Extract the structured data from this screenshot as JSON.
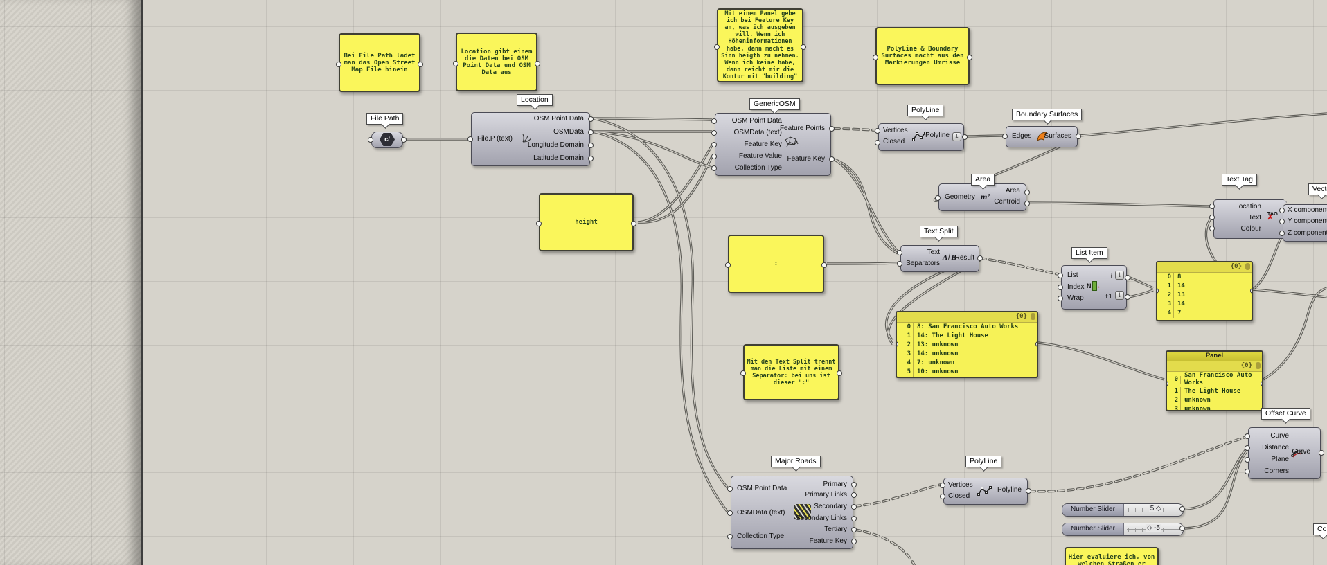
{
  "icons": {
    "down_arrow": "↓",
    "grip_right": "5 ◇",
    "grip_left": "◇ -5",
    "tag": "TAG",
    "cross": "✗",
    "c_slash": "c/",
    "m2": "m²",
    "a": "A",
    "b": "B",
    "n": "N",
    "red_arrow": "→"
  },
  "notes": {
    "file_path": "Bei File Path ladet man das Open Street Map File hinein",
    "location": "Location gibt einem die Daten bei OSM Point Data und OSM Data aus",
    "feature_panel": "Mit einem Panel gebe ich bei Feature Key an, was ich ausgeben will. Wenn ich Höheninformationen habe, dann macht es Sinn heigth zu nehmen. Wenn ich keine habe, dann reicht mir die Kontur mit \"building\"",
    "boundary": "PolyLine & Boundary Surfaces macht aus den Markierungen Umrisse",
    "height_value": "height",
    "separator_value": ":",
    "text_split": "Mit den Text Split trennt man die Liste mit einem Separator: bei uns ist dieser \":\"",
    "evaluate": "Hier evaluiere ich, von welchen Straßen er"
  },
  "labels": {
    "file_path": "File Path",
    "location": "Location",
    "generic_osm": "GenericOSM",
    "polyline1": "PolyLine",
    "boundary_surfaces": "Boundary Surfaces",
    "area": "Area",
    "text_split": "Text Split",
    "text_tag": "Text Tag",
    "list_item": "List Item",
    "vector": "Vecto",
    "major_roads": "Major Roads",
    "polyline2": "PolyLine",
    "offset_curve": "Offset Curve",
    "colour_clipped": "Col"
  },
  "components": {
    "location": {
      "input": "File.P (text)",
      "outputs": [
        "OSM Point Data",
        "OSMData",
        "Longitude Domain",
        "Latitude Domain"
      ]
    },
    "generic_osm": {
      "inputs": [
        "OSM Point Data",
        "OSMData (text)",
        "Feature Key",
        "Feature Value",
        "Collection Type"
      ],
      "outputs": [
        "Feature Points",
        "Feature Key"
      ]
    },
    "polyline": {
      "inputs": [
        "Vertices",
        "Closed"
      ],
      "output": "Polyline"
    },
    "boundary_surfaces": {
      "input": "Edges",
      "output": "Surfaces"
    },
    "area": {
      "input": "Geometry",
      "outputs": [
        "Area",
        "Centroid"
      ]
    },
    "text_tag": {
      "inputs": [
        "Location",
        "Text",
        "Colour"
      ]
    },
    "vector_xyz": {
      "inputs": [
        "X component",
        "Y component",
        "Z component"
      ]
    },
    "text_split": {
      "inputs": [
        "Text",
        "Separators"
      ],
      "output": "Result"
    },
    "list_item": {
      "inputs": [
        "List",
        "Index",
        "Wrap"
      ],
      "outputs": [
        "i",
        "+1"
      ]
    },
    "major_roads": {
      "inputs": [
        "OSM Point Data",
        "OSMData (text)",
        "Collection Type"
      ],
      "outputs": [
        "Primary",
        "Primary Links",
        "Secondary",
        "Secondary Links",
        "Tertiary",
        "Feature Key"
      ]
    },
    "offset_curve": {
      "inputs": [
        "Curve",
        "Distance",
        "Plane",
        "Corners"
      ],
      "output": "Curve"
    }
  },
  "panels": {
    "names": {
      "header": "{0}",
      "rows": [
        {
          "i": "0",
          "v": "8: San Francisco Auto Works"
        },
        {
          "i": "1",
          "v": "14: The Light House"
        },
        {
          "i": "2",
          "v": "13: unknown"
        },
        {
          "i": "3",
          "v": "14: unknown"
        },
        {
          "i": "4",
          "v": "7: unknown"
        },
        {
          "i": "5",
          "v": "10: unknown"
        }
      ]
    },
    "indices": {
      "header": "{0}",
      "rows": [
        {
          "i": "0",
          "v": "8"
        },
        {
          "i": "1",
          "v": "14"
        },
        {
          "i": "2",
          "v": "13"
        },
        {
          "i": "3",
          "v": "14"
        },
        {
          "i": "4",
          "v": "7"
        }
      ]
    },
    "panel": {
      "title": "Panel",
      "header": "{0}",
      "rows": [
        {
          "i": "0",
          "v": "San Francisco Auto Works"
        },
        {
          "i": "1",
          "v": "The Light House"
        },
        {
          "i": "2",
          "v": "unknown"
        },
        {
          "i": "3",
          "v": "unknown"
        }
      ]
    }
  },
  "sliders": {
    "label": "Number Slider",
    "value1": "5",
    "value2": "-5"
  }
}
